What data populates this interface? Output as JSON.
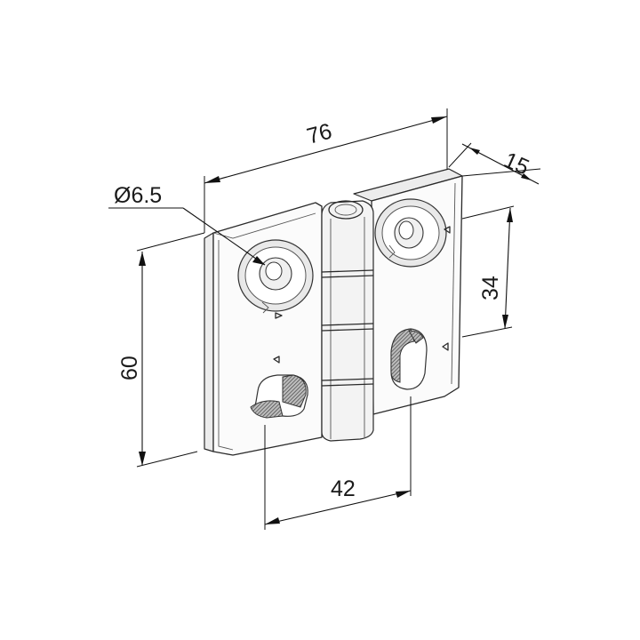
{
  "dimensions": {
    "width": "76",
    "depth": "15",
    "hole_diameter": "Ø6.5",
    "height": "60",
    "hole_spacing_vertical": "34",
    "hole_spacing_horizontal": "42"
  }
}
